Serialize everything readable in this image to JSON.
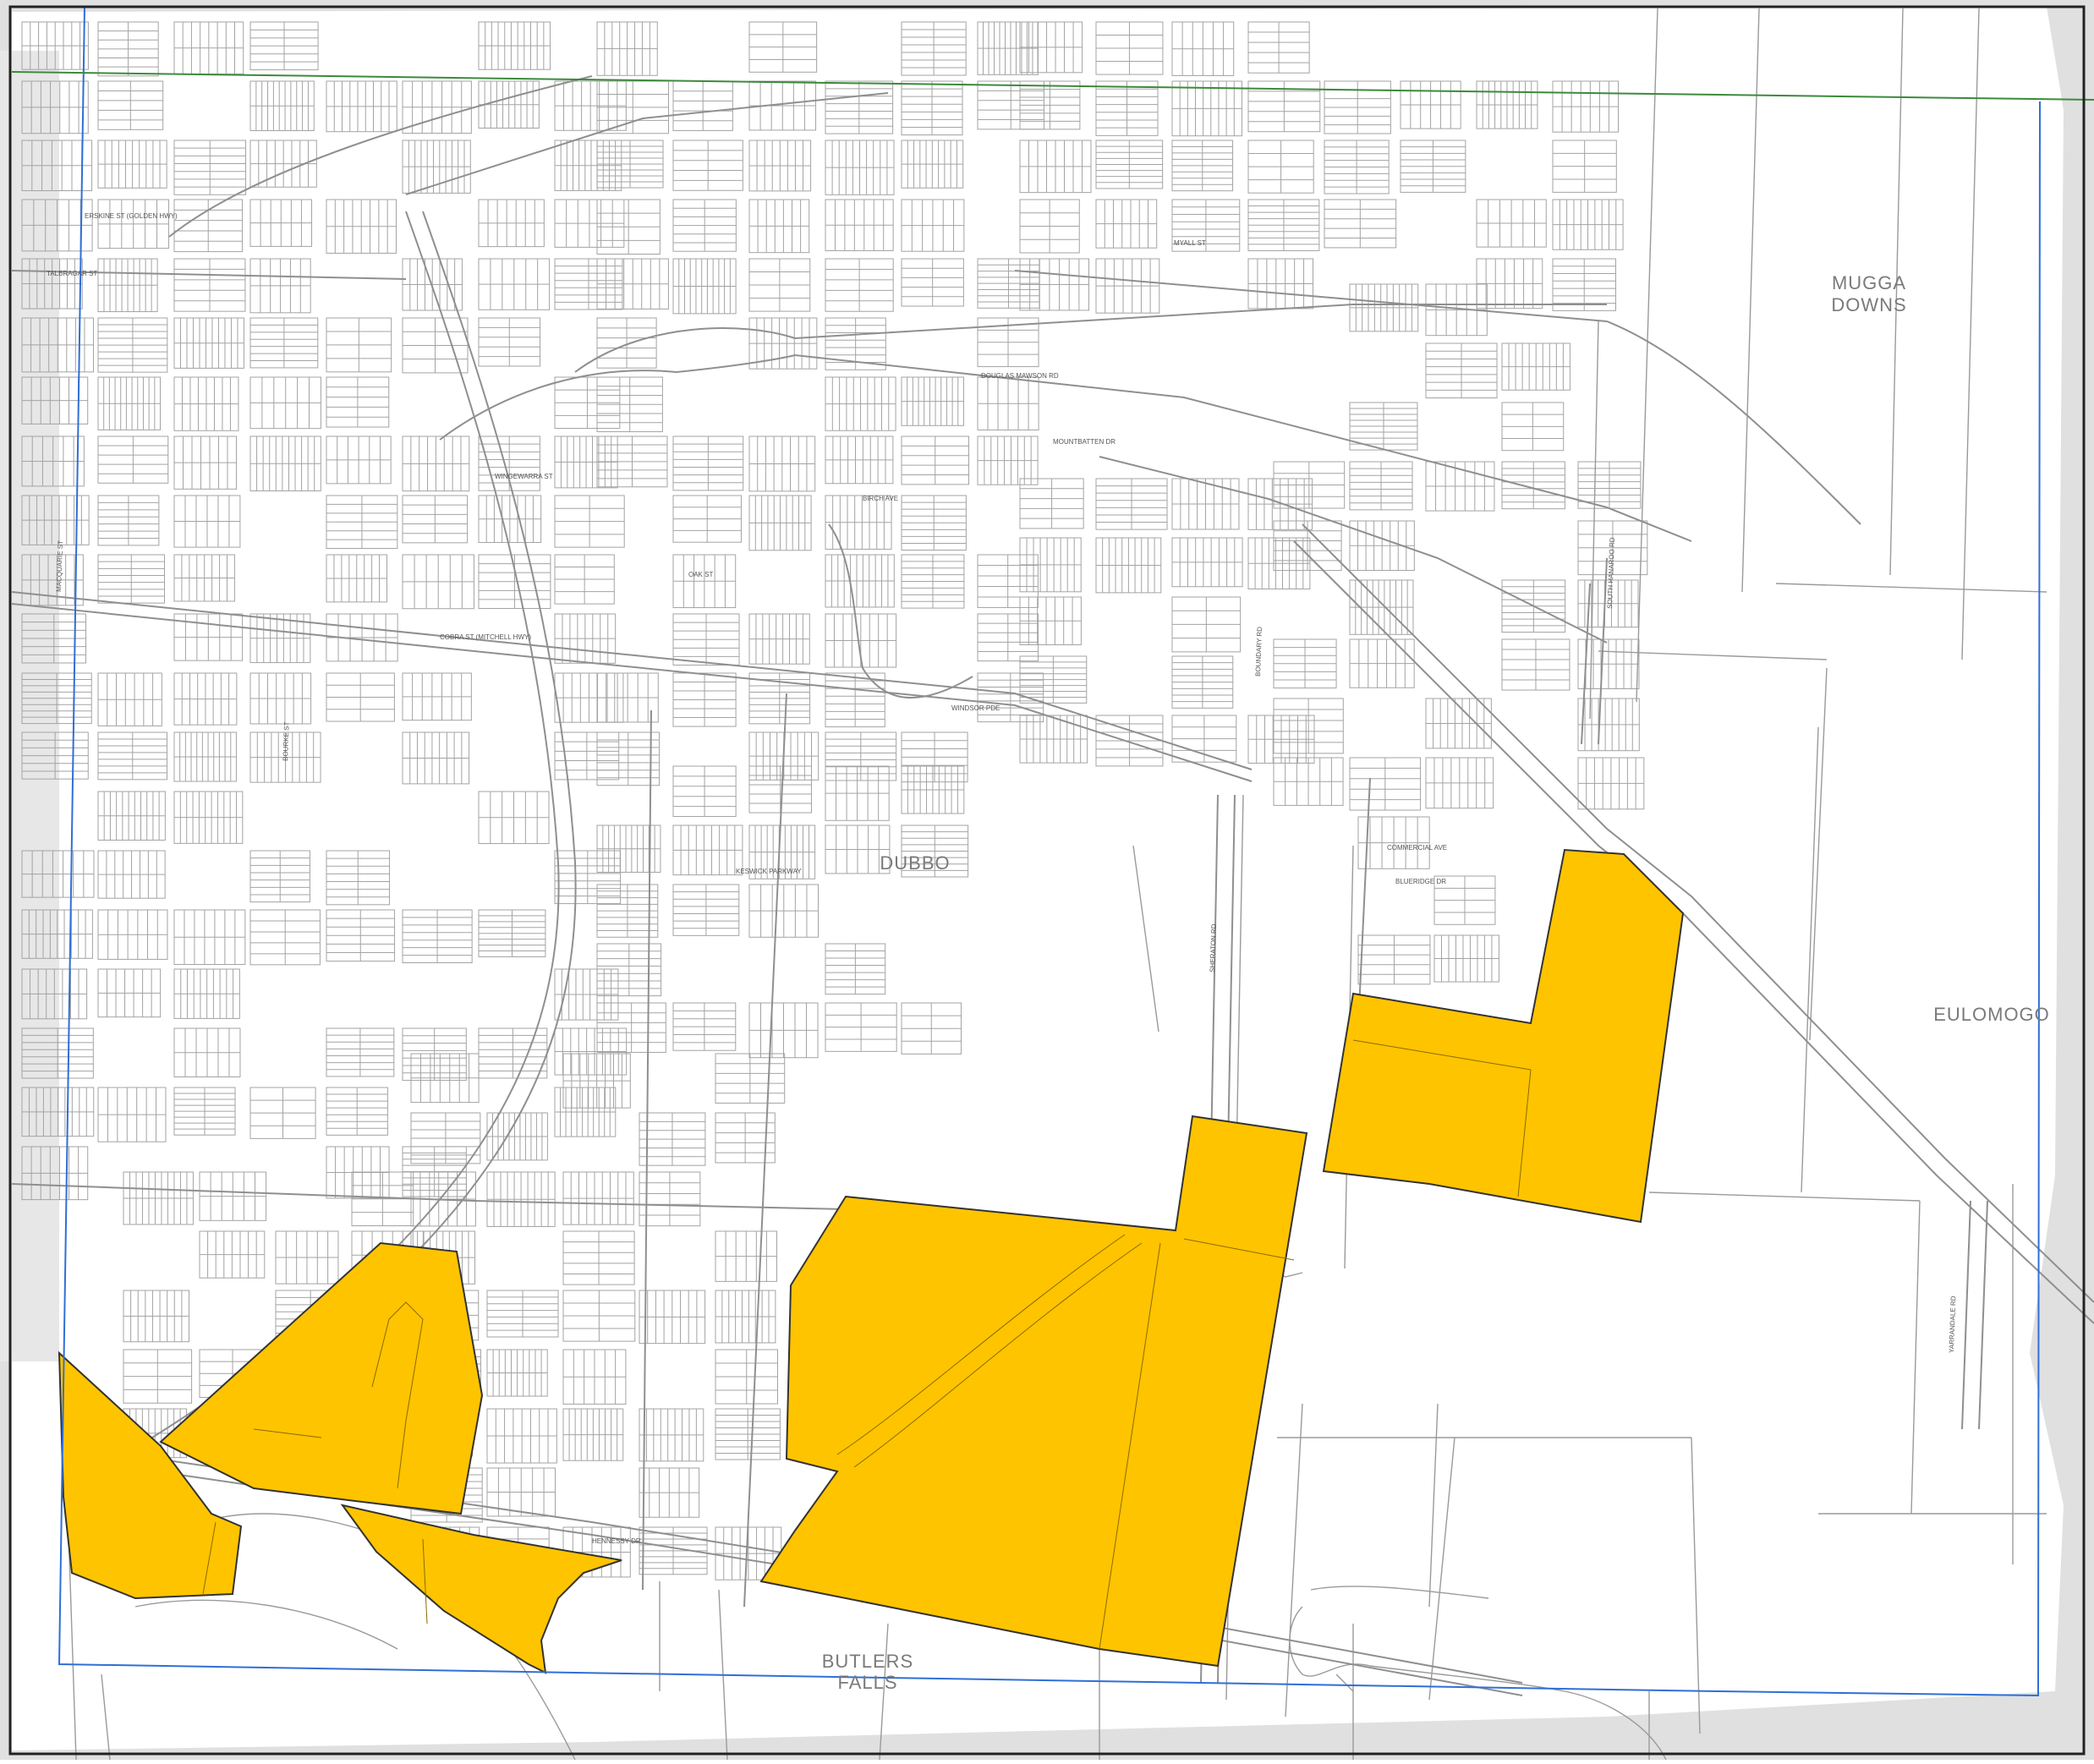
{
  "colors": {
    "outside": "#e0e0e0",
    "land": "#ffffff",
    "cadastre": "#9a9a9a",
    "highlight": "#ffc400",
    "highlight_stroke": "#333333",
    "boundary_blue": "#2f6fd6",
    "boundary_green": "#3c8a3c",
    "label": "#7a7a7a"
  },
  "localities": {
    "mugga_line1": "MUGGA",
    "mugga_line2": "DOWNS",
    "dubbo": "DUBBO",
    "eulomogo": "EULOMOGO",
    "butlers_line1": "BUTLERS",
    "butlers_line2": "FALLS"
  },
  "streets": {
    "cobra": "COBRA ST (MITCHELL HWY)",
    "douglas_mawson": "DOUGLAS MAWSON RD",
    "mountbatten": "MOUNTBATTEN DR",
    "windsor": "WINDSOR PDE",
    "birch": "BIRCH AVE",
    "oak": "OAK ST",
    "bourke": "BOURKE ST",
    "erskine": "ERSKINE ST (GOLDEN HWY)",
    "talbragar": "TALBRAGAR ST",
    "hennessy": "HENNESSY DR",
    "keswick": "KESWICK PARKWAY",
    "boundary": "BOUNDARY RD",
    "south_hanaroo": "SOUTH HANAROO RD",
    "commercial": "COMMERCIAL AVE",
    "bluehedge": "BLUERIDGE DR",
    "sheraton": "SHERATON RD",
    "wingewarra": "WINGEWARRA ST",
    "macquarie": "MACQUARIE ST",
    "myall": "MYALL ST",
    "yarrandale": "YARRANDALE RD"
  }
}
